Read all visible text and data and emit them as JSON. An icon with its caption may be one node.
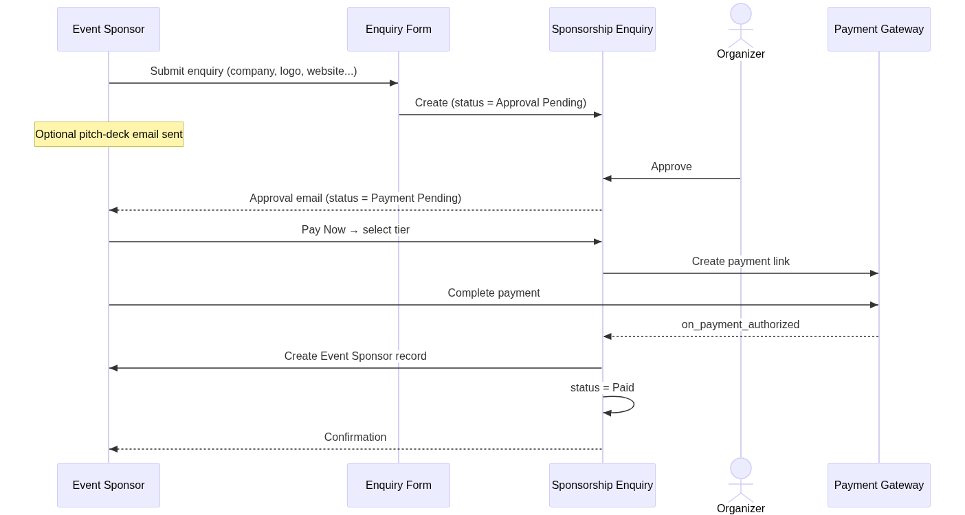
{
  "diagram": {
    "nodes": [
      {
        "text": [
          "Event Sponsor"
        ]
      },
      {
        "text": [
          "Enquiry Form"
        ]
      },
      {
        "text": [
          "Sponsorship Enquiry"
        ]
      },
      {
        "text": [
          "Organizer"
        ]
      },
      {
        "text": [
          "Payment Gateway"
        ]
      },
      {
        "text": [
          "Optional pitch-deck email sent"
        ]
      },
      {
        "text": [
          "Event Sponsor"
        ]
      },
      {
        "text": [
          "Enquiry Form"
        ]
      },
      {
        "text": [
          "Sponsorship Enquiry"
        ]
      },
      {
        "text": [
          "Organizer"
        ]
      },
      {
        "text": [
          "Payment Gateway"
        ]
      },
      {
        "text": [],
        "shape": "line"
      },
      {
        "text": [],
        "shape": "line"
      },
      {
        "text": [],
        "shape": "line"
      },
      {
        "text": [],
        "shape": "line"
      },
      {
        "text": [],
        "shape": "line"
      }
    ],
    "edges": [
      {
        "from": 11,
        "to": 12,
        "arrow": "to",
        "label": "Submit enquiry (company, logo, website...)"
      },
      {
        "from": 12,
        "to": 13,
        "arrow": "to",
        "label": "Create (status = Approval Pending)"
      },
      {
        "from": 14,
        "to": 13,
        "arrow": "to",
        "label": "Approve"
      },
      {
        "from": 13,
        "to": 11,
        "arrow": "to",
        "label": "Approval email (status = Payment Pending)",
        "style": "dashed"
      },
      {
        "from": 11,
        "to": 13,
        "arrow": "to",
        "label": "Pay Now → select tier"
      },
      {
        "from": 13,
        "to": 15,
        "arrow": "to",
        "label": "Create payment link"
      },
      {
        "from": 11,
        "to": 15,
        "arrow": "to",
        "label": "Complete payment"
      },
      {
        "from": 15,
        "to": 13,
        "arrow": "to",
        "label": "on_payment_authorized",
        "style": "dashed"
      },
      {
        "from": 13,
        "to": 11,
        "arrow": "to",
        "label": "Create Event Sponsor record"
      },
      {
        "from": 13,
        "to": 13,
        "arrow": "to",
        "label": "status = Paid"
      },
      {
        "from": 13,
        "to": 11,
        "arrow": "to",
        "label": "Confirmation",
        "style": "dashed"
      }
    ]
  }
}
